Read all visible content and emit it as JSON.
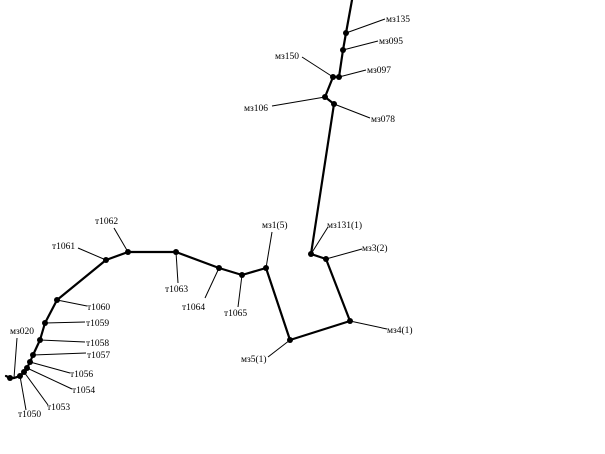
{
  "labels": {
    "mz135": "мз135",
    "mz095": "мз095",
    "mz150": "мз150",
    "mz097": "мз097",
    "mz106": "мз106",
    "mz078": "мз078",
    "mz131": "мз131(1)",
    "mz3": "мз3(2)",
    "mz1": "мз1(5)",
    "mz4": "мз4(1)",
    "mz5": "мз5(1)",
    "t1062": "т1062",
    "t1061": "т1061",
    "t1063": "т1063",
    "t1064": "т1064",
    "t1065": "т1065",
    "t1060": "т1060",
    "t1059": "т1059",
    "t1058": "т1058",
    "t1057": "т1057",
    "t1056": "т1056",
    "t1054": "т1054",
    "t1053": "т1053",
    "t1050": "т1050",
    "mz020": "мз020"
  }
}
